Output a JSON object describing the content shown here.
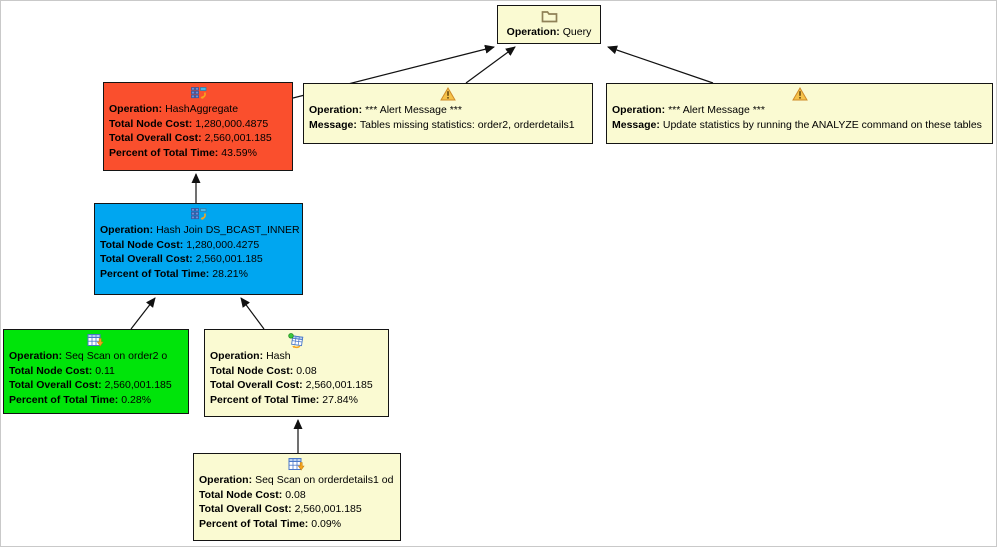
{
  "diagram": {
    "kind": "query-execution-plan-tree",
    "colors": {
      "canvas_bg": "#ffffff",
      "canvas_border": "#c9c9c9",
      "node_border": "#141414",
      "node_yellow": "#fafad2",
      "node_red": "#fa4f2d",
      "node_blue": "#00a6f0",
      "node_green": "#00e40a",
      "edge": "#111111",
      "warning_fill": "#f5c24a",
      "folder_stroke": "#8f8157",
      "table_icon_blue": "#4b78c8",
      "icon_arrow_orange": "#f5a51e"
    },
    "nodes": {
      "query": {
        "icon": "folder-icon",
        "rows": [
          {
            "label": "Operation:",
            "value": "Query"
          }
        ]
      },
      "hash_aggregate": {
        "icon": "hash-aggregate-icon",
        "rows": [
          {
            "label": "Operation:",
            "value": "HashAggregate"
          },
          {
            "label": "Total Node Cost:",
            "value": "1,280,000.4875"
          },
          {
            "label": "Total Overall Cost:",
            "value": "2,560,001.185"
          },
          {
            "label": "Percent of Total Time:",
            "value": "43.59%"
          }
        ]
      },
      "alert_missing_stats": {
        "icon": "warning-icon",
        "rows": [
          {
            "label": "Operation:",
            "value": "*** Alert Message ***"
          },
          {
            "label": "Message:",
            "value": "Tables missing statistics: order2, orderdetails1"
          }
        ]
      },
      "alert_analyze": {
        "icon": "warning-icon",
        "rows": [
          {
            "label": "Operation:",
            "value": "*** Alert Message ***"
          },
          {
            "label": "Message:",
            "value": "Update statistics by running the ANALYZE command on these tables"
          }
        ]
      },
      "hash_join": {
        "icon": "hash-join-icon",
        "rows": [
          {
            "label": "Operation:",
            "value": "Hash Join DS_BCAST_INNER"
          },
          {
            "label": "Total Node Cost:",
            "value": "1,280,000.4275"
          },
          {
            "label": "Total Overall Cost:",
            "value": "2,560,001.185"
          },
          {
            "label": "Percent of Total Time:",
            "value": "28.21%"
          }
        ]
      },
      "seq_scan_order2": {
        "icon": "seq-scan-icon",
        "rows": [
          {
            "label": "Operation:",
            "value": "Seq Scan on order2 o"
          },
          {
            "label": "Total Node Cost:",
            "value": "0.11"
          },
          {
            "label": "Total Overall Cost:",
            "value": "2,560,001.185"
          },
          {
            "label": "Percent of Total Time:",
            "value": "0.28%"
          }
        ]
      },
      "hash": {
        "icon": "hash-icon",
        "rows": [
          {
            "label": "Operation:",
            "value": "Hash"
          },
          {
            "label": "Total Node Cost:",
            "value": "0.08"
          },
          {
            "label": "Total Overall Cost:",
            "value": "2,560,001.185"
          },
          {
            "label": "Percent of Total Time:",
            "value": "27.84%"
          }
        ]
      },
      "seq_scan_orderdetails1": {
        "icon": "seq-scan-icon",
        "rows": [
          {
            "label": "Operation:",
            "value": "Seq Scan on orderdetails1 od"
          },
          {
            "label": "Total Node Cost:",
            "value": "0.08"
          },
          {
            "label": "Total Overall Cost:",
            "value": "2,560,001.185"
          },
          {
            "label": "Percent of Total Time:",
            "value": "0.09%"
          }
        ]
      }
    },
    "edges": [
      {
        "from": "hash_aggregate",
        "to": "query"
      },
      {
        "from": "alert_missing_stats",
        "to": "query"
      },
      {
        "from": "alert_analyze",
        "to": "query"
      },
      {
        "from": "hash_join",
        "to": "hash_aggregate"
      },
      {
        "from": "seq_scan_order2",
        "to": "hash_join"
      },
      {
        "from": "hash",
        "to": "hash_join"
      },
      {
        "from": "seq_scan_orderdetails1",
        "to": "hash"
      }
    ]
  }
}
